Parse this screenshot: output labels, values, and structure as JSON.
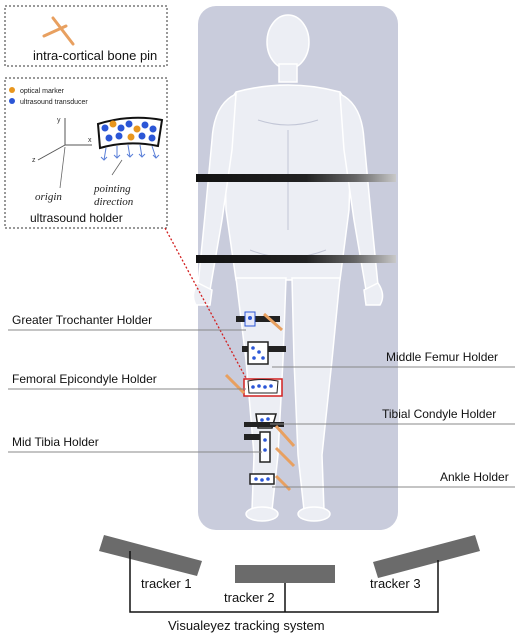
{
  "legend_pin": {
    "label": "intra-cortical bone pin"
  },
  "holder_inset": {
    "legend": [
      {
        "label": "optical marker",
        "color": "#e8961e"
      },
      {
        "label": "ultrasound transducer",
        "color": "#2b56d6"
      }
    ],
    "axis_labels": {
      "x": "x",
      "y": "y",
      "z": "z"
    },
    "origin_label": "origin",
    "pointing_label_1": "pointing",
    "pointing_label_2": "direction",
    "title": "ultrasound holder"
  },
  "holders": [
    {
      "label": "Greater Trochanter Holder"
    },
    {
      "label": "Middle Femur Holder"
    },
    {
      "label": "Femoral Epicondyle Holder"
    },
    {
      "label": "Tibial Condyle Holder"
    },
    {
      "label": "Mid Tibia Holder"
    },
    {
      "label": "Ankle Holder"
    }
  ],
  "trackers": [
    {
      "label": "tracker 1"
    },
    {
      "label": "tracker 2"
    },
    {
      "label": "tracker 3"
    }
  ],
  "system_label": "Visualeyez tracking system",
  "colors": {
    "body_panel": "#c9ccdc",
    "figure": "#eceef4",
    "strap": "#1a1a1a",
    "tracker": "#6b6b6b",
    "callout": "#d22020",
    "pin": "#e8a060"
  }
}
